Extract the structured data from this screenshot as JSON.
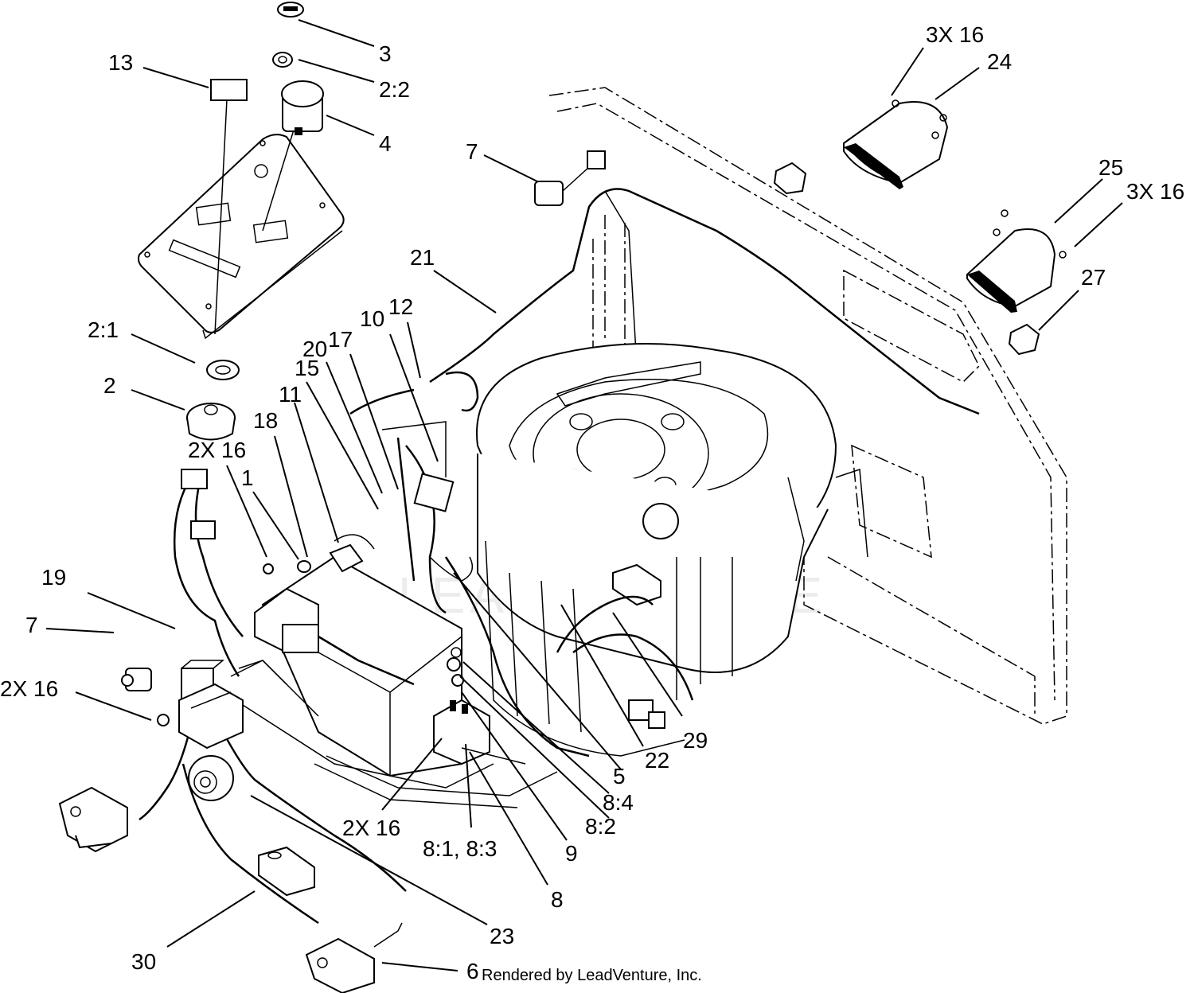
{
  "diagram": {
    "watermark": "LEADVENTURE",
    "credit": "Rendered by LeadVenture, Inc.",
    "callouts": [
      {
        "id": "3",
        "label": "3"
      },
      {
        "id": "2-2",
        "label": "2:2"
      },
      {
        "id": "13",
        "label": "13"
      },
      {
        "id": "4",
        "label": "4"
      },
      {
        "id": "2-1",
        "label": "2:1"
      },
      {
        "id": "2",
        "label": "2"
      },
      {
        "id": "2x16-a",
        "label": "2X 16"
      },
      {
        "id": "1",
        "label": "1"
      },
      {
        "id": "18",
        "label": "18"
      },
      {
        "id": "11",
        "label": "11"
      },
      {
        "id": "15",
        "label": "15"
      },
      {
        "id": "20",
        "label": "20"
      },
      {
        "id": "17",
        "label": "17"
      },
      {
        "id": "10",
        "label": "10"
      },
      {
        "id": "12",
        "label": "12"
      },
      {
        "id": "21",
        "label": "21"
      },
      {
        "id": "7-top",
        "label": "7"
      },
      {
        "id": "3x16-top",
        "label": "3X 16"
      },
      {
        "id": "24",
        "label": "24"
      },
      {
        "id": "25",
        "label": "25"
      },
      {
        "id": "3x16-right",
        "label": "3X 16"
      },
      {
        "id": "27",
        "label": "27"
      },
      {
        "id": "19",
        "label": "19"
      },
      {
        "id": "7-left",
        "label": "7"
      },
      {
        "id": "2x16-b",
        "label": "2X 16"
      },
      {
        "id": "2x16-c",
        "label": "2X 16"
      },
      {
        "id": "8-1-8-3",
        "label": "8:1, 8:3"
      },
      {
        "id": "5",
        "label": "5"
      },
      {
        "id": "22",
        "label": "22"
      },
      {
        "id": "29",
        "label": "29"
      },
      {
        "id": "8-4",
        "label": "8:4"
      },
      {
        "id": "8-2",
        "label": "8:2"
      },
      {
        "id": "9",
        "label": "9"
      },
      {
        "id": "8",
        "label": "8"
      },
      {
        "id": "23",
        "label": "23"
      },
      {
        "id": "30",
        "label": "30"
      },
      {
        "id": "6",
        "label": "6"
      }
    ]
  }
}
